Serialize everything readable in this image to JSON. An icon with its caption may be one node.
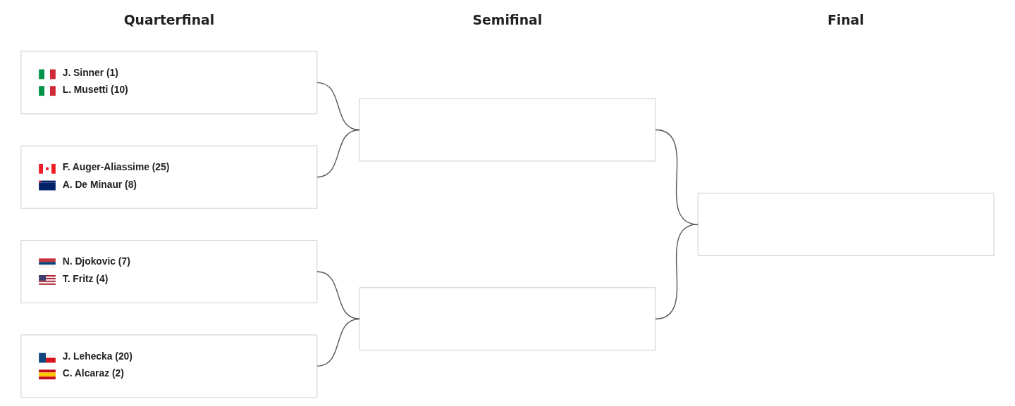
{
  "diagram": {
    "nodes": [
      {
        "text": [
          "J. Sinner (1)",
          "L. Musetti (10)"
        ]
      },
      {
        "text": [
          "F. Auger-Aliassime (25)",
          "A. De Minaur (8)"
        ]
      },
      {
        "text": [
          "N. Djokovic (7)",
          "T. Fritz (4)"
        ]
      },
      {
        "text": [
          "J. Lehecka (20)",
          "C. Alcaraz (2)"
        ]
      },
      {
        "text": [],
        "shape": "box"
      },
      {
        "text": [],
        "shape": "box"
      },
      {
        "text": [],
        "shape": "box"
      }
    ],
    "edges": [
      {
        "from": 0,
        "to": 4,
        "arrow": "none"
      },
      {
        "from": 1,
        "to": 4,
        "arrow": "none"
      },
      {
        "from": 2,
        "to": 5,
        "arrow": "none"
      },
      {
        "from": 3,
        "to": 5,
        "arrow": "none"
      },
      {
        "from": 4,
        "to": 6,
        "arrow": "none"
      },
      {
        "from": 5,
        "to": 6,
        "arrow": "none"
      }
    ],
    "labels": [
      "Quarterfinal",
      "Semifinal",
      "Final"
    ]
  }
}
